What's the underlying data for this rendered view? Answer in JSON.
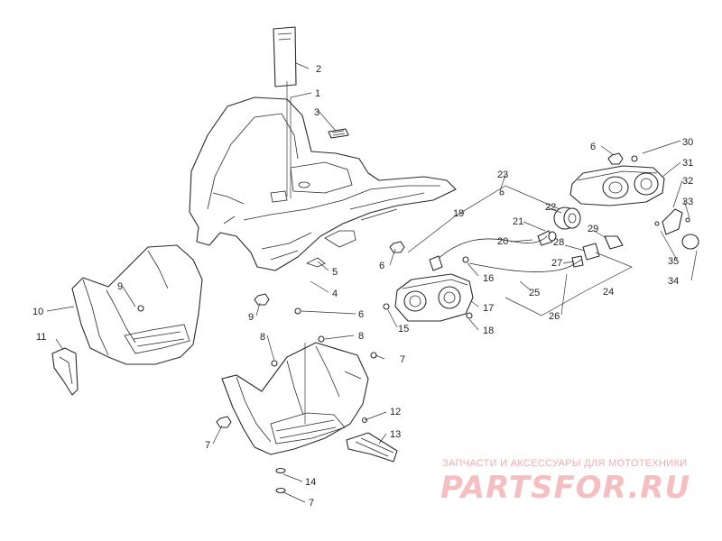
{
  "diagram": {
    "callouts": {
      "c2": "2",
      "c1": "1",
      "c3": "3",
      "c5": "5",
      "c4": "4",
      "c6a": "6",
      "c6b": "6",
      "c6c": "6",
      "c9a": "9",
      "c9b": "9",
      "c10": "10",
      "c11": "11",
      "c8a": "8",
      "c8b": "8",
      "c7a": "7",
      "c7b": "7",
      "c7c": "7",
      "c12": "12",
      "c13": "13",
      "c14": "14",
      "c15": "15",
      "c16": "16",
      "c17": "17",
      "c18": "18",
      "c19": "19",
      "c20": "20",
      "c21": "21",
      "c22": "22",
      "c23": "23",
      "c24": "24",
      "c25": "25",
      "c26": "26",
      "c27": "27",
      "c28": "28",
      "c29": "29",
      "c30": "30",
      "c31": "31",
      "c32": "32",
      "c33": "33",
      "c34": "34",
      "c35": "35"
    }
  },
  "watermark": {
    "subtitle": "ЗАПЧАСТИ И АКСЕССУАРЫ ДЛЯ МОТОТЕХНИКИ",
    "logo": "PARTSFOR.RU",
    "color": "#f5b7bb"
  }
}
